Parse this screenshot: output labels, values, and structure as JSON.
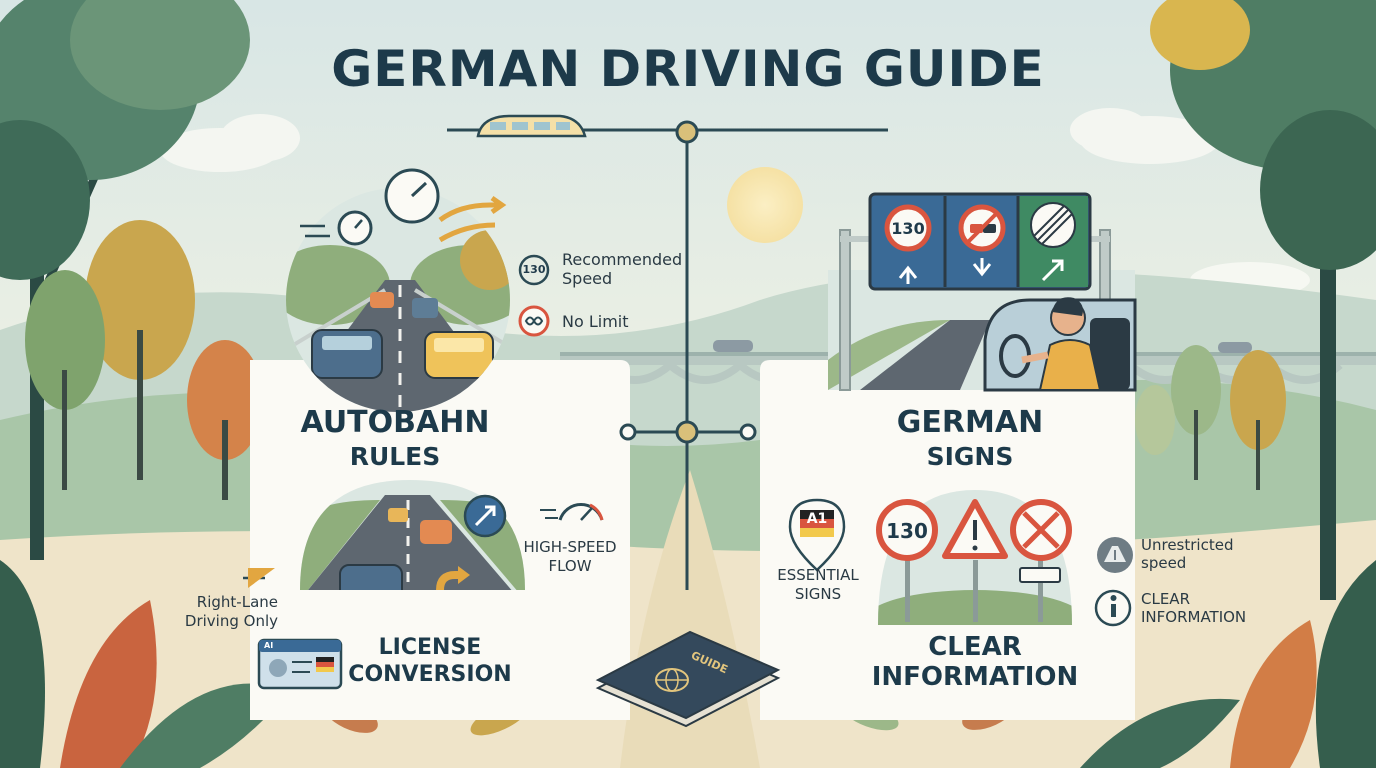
{
  "title": "GERMAN DRIVING GUIDE",
  "left": {
    "section1_line1": "AUTOBAHN",
    "section1_line2": "RULES",
    "section2_line1": "LICENSE",
    "section2_line2": "CONVERSION",
    "recommended_speed_value": "130",
    "recommended_speed_line1": "Recommended",
    "recommended_speed_line2": "Speed",
    "no_limit": "No Limit",
    "high_speed_line1": "HIGH-SPEED",
    "high_speed_line2": "FLOW",
    "right_lane_line1": "Right-Lane",
    "right_lane_line2": "Driving Only",
    "license_card_label": "AI"
  },
  "right": {
    "section1_line1": "GERMAN",
    "section1_line2": "SIGNS",
    "section2_line1": "CLEAR",
    "section2_line2": "INFORMATION",
    "gantry_sign_speed": "130",
    "road_sign_speed": "130",
    "pin_label": "A1",
    "essential_line1": "ESSENTIAL",
    "essential_line2": "SIGNS",
    "unrestricted_line1": "Unrestricted",
    "unrestricted_line2": "speed",
    "clear_info_line1": "CLEAR",
    "clear_info_line2": "INFORMATION"
  },
  "guide_book_label": "GUIDE",
  "icons": [
    "speedometer-icon",
    "no-limit-icon",
    "arrow-up-right-icon",
    "warning-triangle-icon",
    "info-icon",
    "highway-icon",
    "map-pin-icon",
    "globe-icon"
  ],
  "colors": {
    "sky": "#dfeae8",
    "title_text": "#1d3a4a",
    "sign_blue": "#3a6a96",
    "sign_green": "#3f8a63",
    "sign_red": "#d9553f",
    "panel": "#fbfaf5",
    "tree_dark": "#2e5a4a",
    "tree_orange": "#d4834a",
    "road": "#5e6770"
  }
}
